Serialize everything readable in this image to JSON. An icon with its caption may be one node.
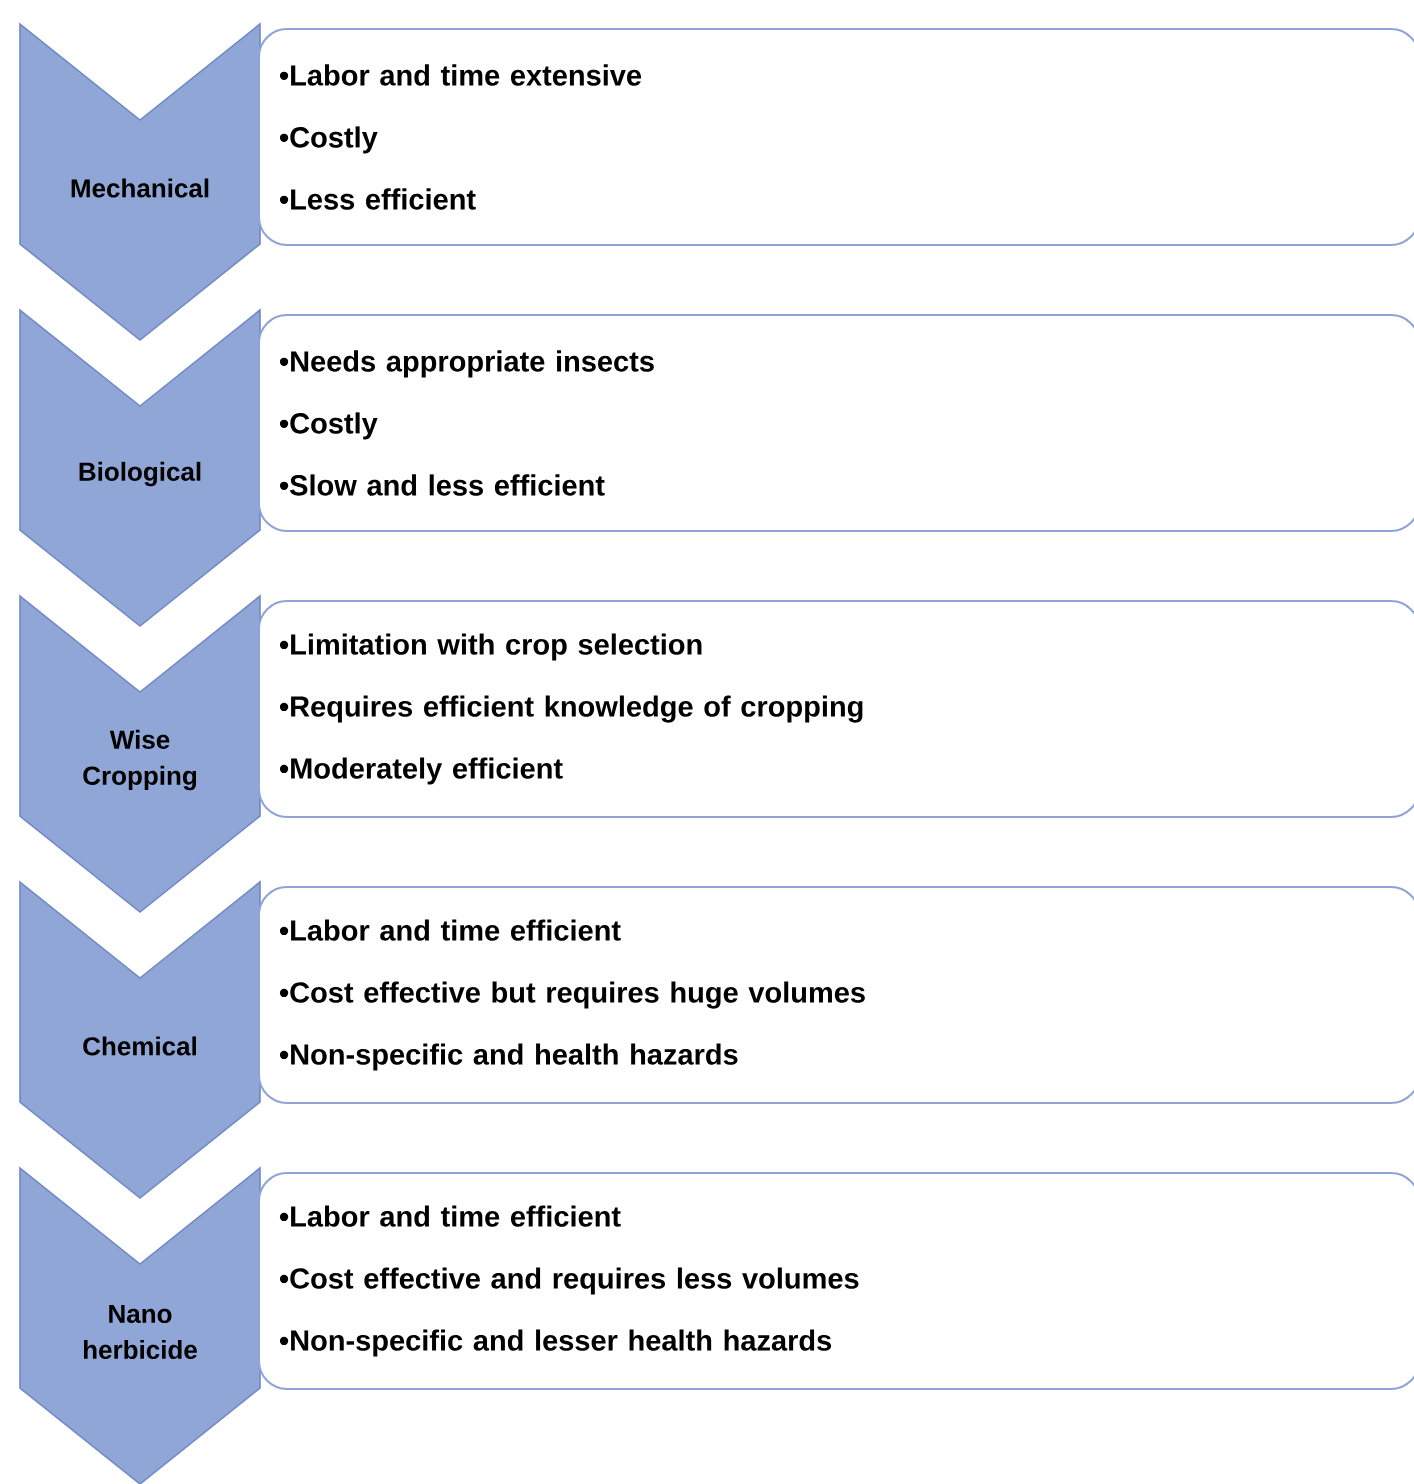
{
  "diagram": {
    "nodes": [
      {
        "text": [
          "Mechanical"
        ]
      },
      {
        "text": [
          "•Labor and time extensive",
          "•Costly",
          "•Less efficient"
        ]
      },
      {
        "text": [
          "Biological"
        ]
      },
      {
        "text": [
          "•Needs appropriate insects",
          "•Costly",
          "•Slow and less efficient"
        ]
      },
      {
        "text": [
          "Wise Cropping"
        ]
      },
      {
        "text": [
          "•Limitation with crop selection",
          "•Requires efficient knowledge of cropping",
          "•Moderately efficient"
        ]
      },
      {
        "text": [
          "Chemical"
        ]
      },
      {
        "text": [
          "•Labor and time efficient",
          "•Cost effective but requires huge volumes",
          "•Non-specific and health hazards"
        ]
      },
      {
        "text": [
          "Nano herbicide"
        ]
      },
      {
        "text": [
          "•Labor and time efficient",
          "•Cost effective and requires less volumes",
          "•Non-specific and lesser health hazards"
        ]
      }
    ]
  }
}
